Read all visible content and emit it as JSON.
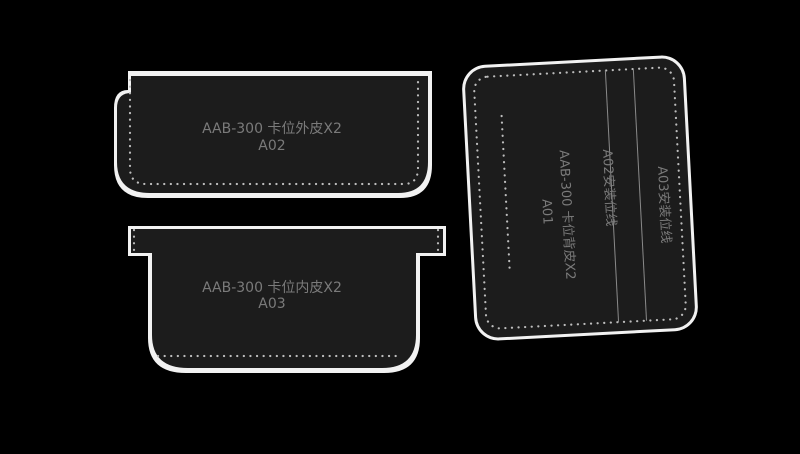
{
  "pieces": {
    "outer": {
      "line1": "AAB-300  卡位外皮X2",
      "line2": "A02"
    },
    "inner": {
      "line1": "AAB-300  卡位内皮X2",
      "line2": "A03"
    },
    "back": {
      "line1": "AAB-300 卡位背皮X2",
      "line2": "A01",
      "guide_a": "A02安装位线",
      "guide_b": "A03安装位线"
    }
  },
  "colors": {
    "background": "#000000",
    "panel": "#1c1c1c",
    "edge": "#f2f2f2",
    "label": "#7a7a7a",
    "stitch": "#bdbdbd"
  }
}
